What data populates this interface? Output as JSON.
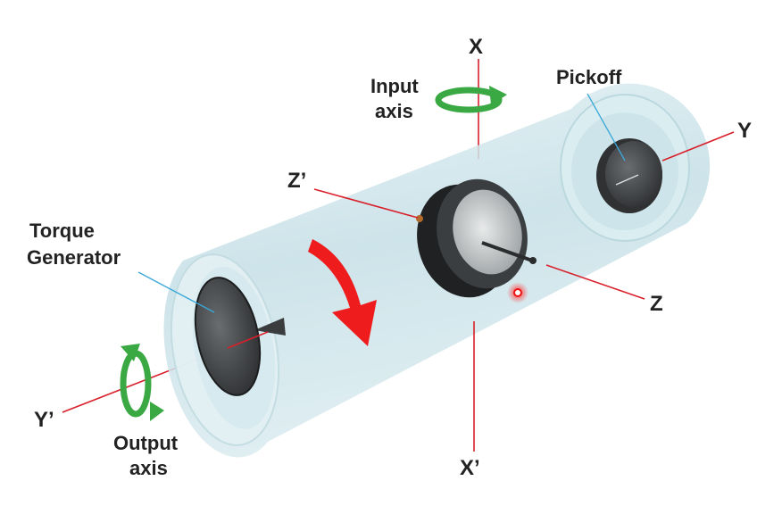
{
  "labels": {
    "x": "X",
    "x_prime": "X’",
    "y": "Y",
    "y_prime": "Y’",
    "z": "Z",
    "z_prime": "Z’",
    "input_axis_line1": "Input",
    "input_axis_line2": "axis",
    "output_axis_line1": "Output",
    "output_axis_line2": "axis",
    "pickoff": "Pickoff",
    "torque_generator_line1": "Torque",
    "torque_generator_line2": "Generator"
  },
  "colors": {
    "axis_line": "#d9202a",
    "leader_line": "#3aa8d8",
    "rotation_arrow": "#3aa843",
    "spin_arrow": "#ee1c1c",
    "cylinder": "#cfe6ec"
  }
}
